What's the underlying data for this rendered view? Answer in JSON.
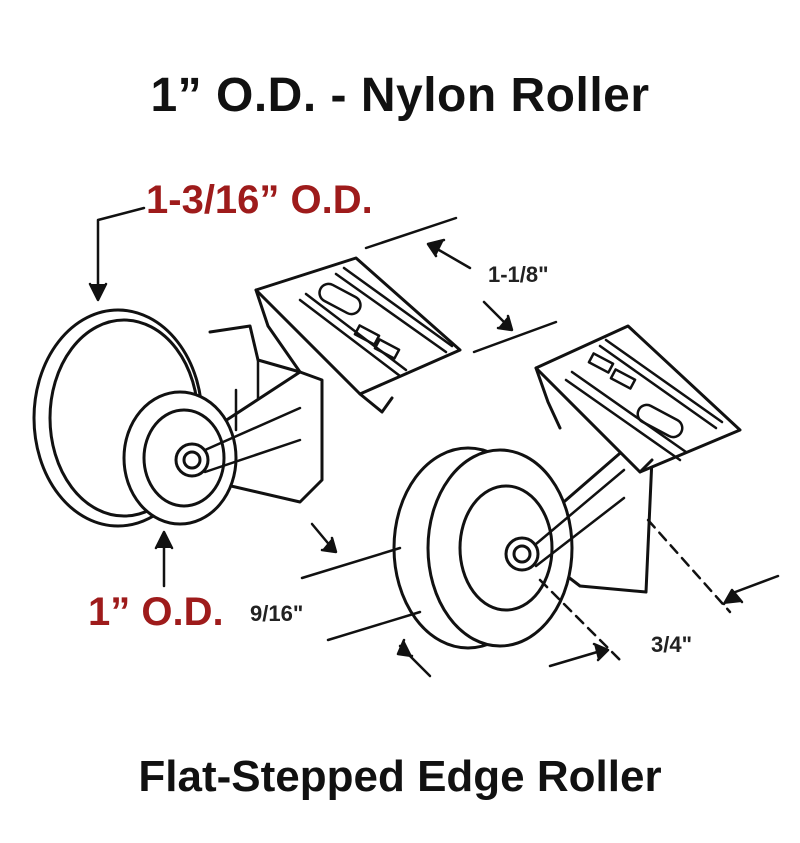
{
  "header": {
    "title": "1” O.D. - Nylon Roller"
  },
  "footer": {
    "title": "Flat-Stepped Edge Roller"
  },
  "dimensions": {
    "large_wheel_od": "1-3/16” O.D.",
    "small_wheel_od": "1” O.D.",
    "bracket_width": "1-1/8\"",
    "overall_height": "9/16\"",
    "depth": "3/4\""
  },
  "colors": {
    "accent_red": "#9e1b1b",
    "ink": "#111111"
  }
}
